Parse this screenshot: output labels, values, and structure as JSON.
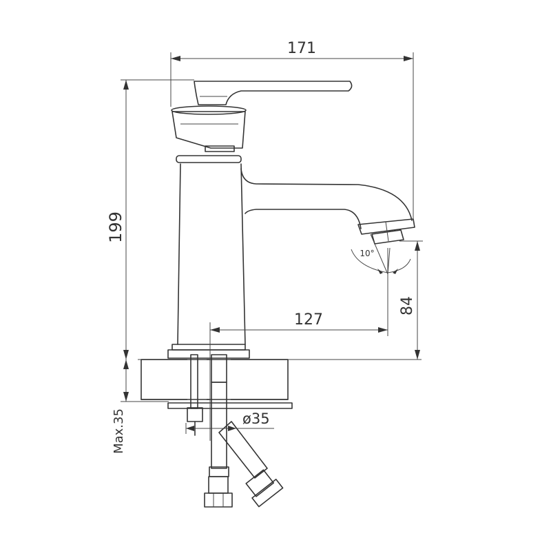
{
  "dimensions": {
    "overall_width": "171",
    "overall_height": "199",
    "spout_reach": "127",
    "spout_height": "84",
    "spout_angle": "10°",
    "mounting_hole_diameter": "ø35",
    "max_counter_thickness": "Max.35"
  }
}
